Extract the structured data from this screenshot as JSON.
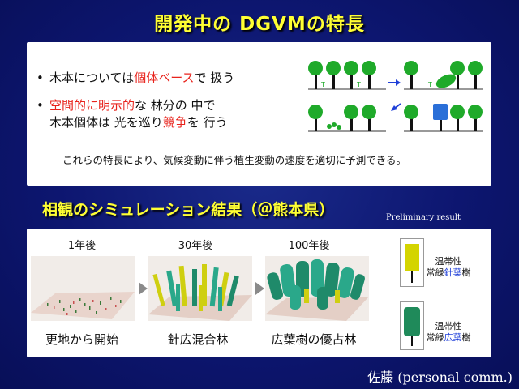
{
  "title": "開発中の DGVMの特長",
  "bullets": [
    {
      "parts": [
        "木本については",
        "個体ベース",
        "で 扱う"
      ]
    },
    {
      "line1_parts": [
        "空間的に明示的",
        "な 林分の 中で"
      ],
      "line2": "木本個体は 光を巡り",
      "line2_red": "競争",
      "line2_end": "を 行う"
    }
  ],
  "conclusion": "これらの特長により、気候変動に伴う植生変動の速度を適切に予測できる。",
  "subtitle": "相観のシミュレーション結果（＠熊本県）",
  "preliminary": "Preliminary result",
  "stages": [
    {
      "year": "1年後",
      "label": "更地から開始"
    },
    {
      "year": "30年後",
      "label": "針広混合林"
    },
    {
      "year": "100年後",
      "label": "広葉樹の優占林"
    }
  ],
  "legend": [
    {
      "line1": "温帯性",
      "line2_prefix": "常緑",
      "line2_blue": "針葉",
      "line2_suffix": "樹",
      "color": "#d4d400"
    },
    {
      "line1": "温帯性",
      "line2_prefix": "常緑",
      "line2_blue": "広葉",
      "line2_suffix": "樹",
      "color": "#1f8a5a"
    }
  ],
  "author": {
    "name": "佐藤",
    "note": "(personal comm.)"
  },
  "colors": {
    "title": "#ffff33",
    "highlight": "#e8231c",
    "tree_green": "#1faa2a",
    "accent_blue": "#1f3fd8"
  }
}
